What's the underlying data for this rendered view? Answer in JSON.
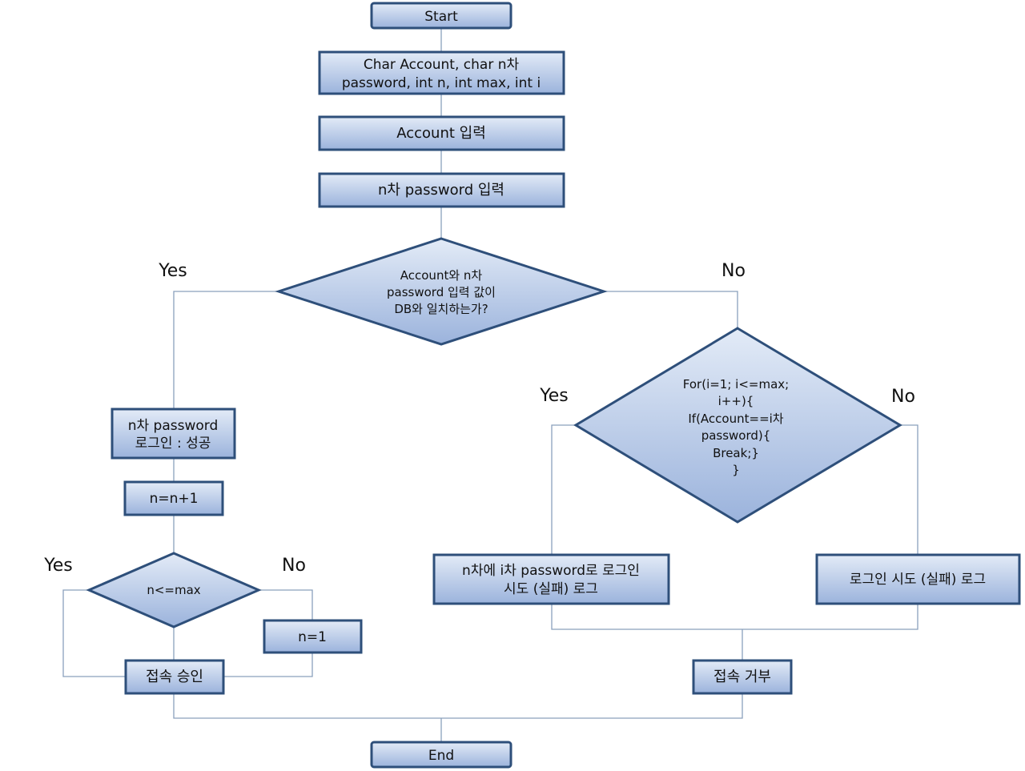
{
  "colors": {
    "stroke": "#2e4f7a",
    "fill_top": "#e3ebf7",
    "fill_bottom": "#9bb3dc",
    "connector": "#8aa0bc",
    "text": "#111111"
  },
  "nodes": {
    "start": "Start",
    "declare": [
      "Char Account, char n차",
      "password, int n, int max, int i"
    ],
    "account_input": "Account 입력",
    "password_input": "n차 password 입력",
    "check_db": [
      "Account와 n차",
      "password 입력 값이",
      "DB와 일치하는가?"
    ],
    "login_success": [
      "n차 password",
      "로그인 : 성공"
    ],
    "increment": "n=n+1",
    "n_le_max": "n<=max",
    "reset_n": "n=1",
    "access_granted": "접속 승인",
    "for_loop": [
      "For(i=1; i<=max;",
      "i++){",
      "If(Account==i차",
      "password){",
      "Break;}",
      "}"
    ],
    "log_ith": [
      "n차에 i차 password로 로그인",
      "시도 (실패) 로그"
    ],
    "log_fail": "로그인 시도 (실패) 로그",
    "access_denied": "접속 거부",
    "end": "End"
  },
  "edge_labels": {
    "check_yes": "Yes",
    "check_no": "No",
    "for_yes": "Yes",
    "for_no": "No",
    "max_yes": "Yes",
    "max_no": "No"
  }
}
